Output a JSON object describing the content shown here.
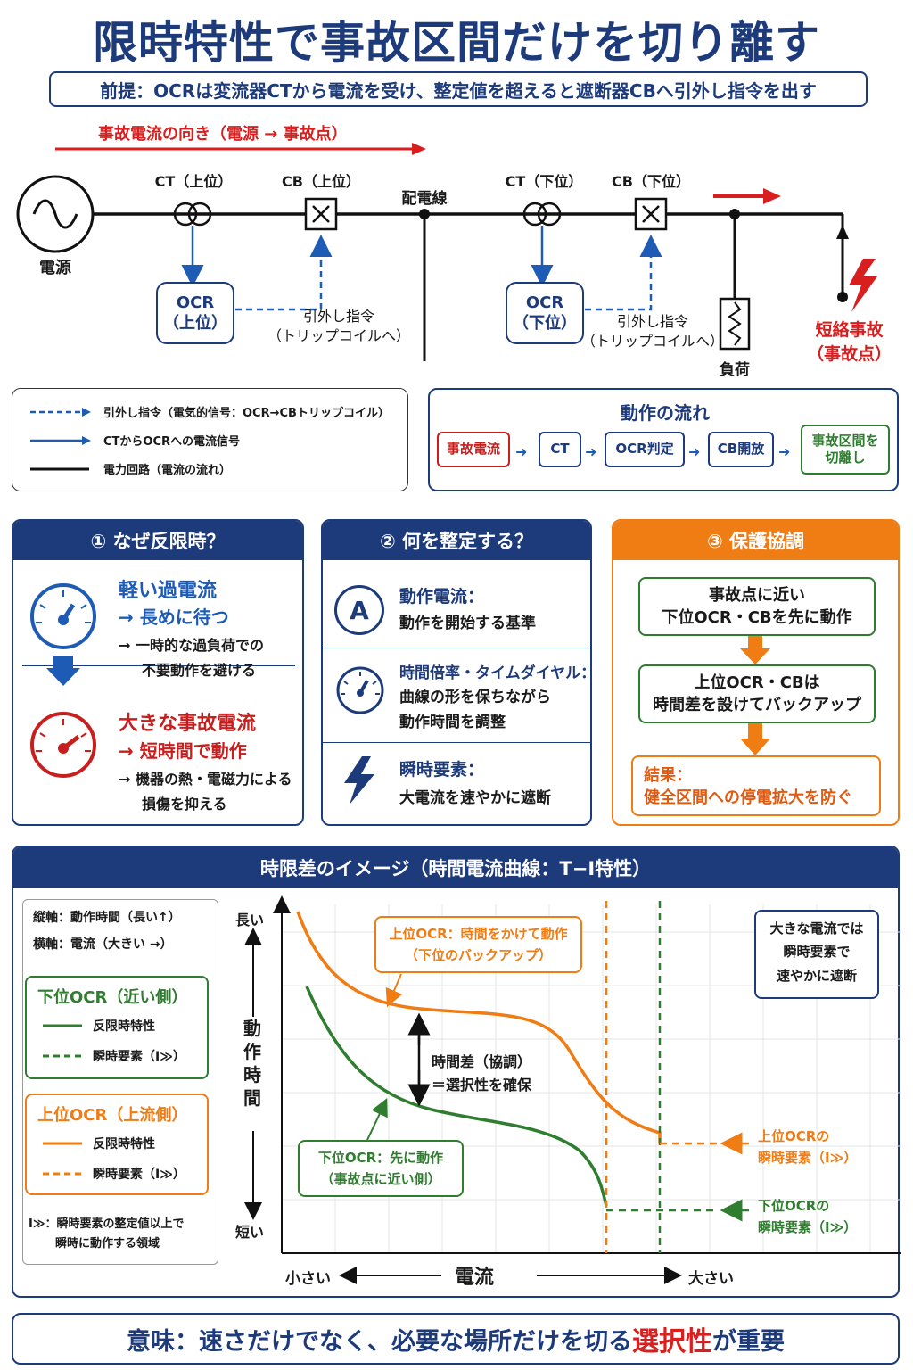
{
  "title": "限時特性で事故区間だけを切り離す",
  "premise": "前提：OCRは変流器CTから電流を受け、整定値を超えると遮断器CBへ引外し指令を出す",
  "circuit": {
    "fault_dir": "事故電流の向き（電源 → 事故点）",
    "source": "電源",
    "ct_up": "CT（上位）",
    "cb_up": "CB（上位）",
    "feeder": "配電線",
    "ct_down": "CT（下位）",
    "cb_down": "CB（下位）",
    "ocr_up": [
      "OCR",
      "（上位）"
    ],
    "ocr_down": [
      "OCR",
      "（下位）"
    ],
    "trip1": "引外し指令",
    "trip2": "（トリップコイルへ）",
    "load": "負荷",
    "fault1": "短絡事故",
    "fault2": "（事故点）"
  },
  "legend": {
    "trip": "引外し指令（電気的信号：OCR→CBトリップコイル）",
    "ct_signal": "CTからOCRへの電流信号",
    "power": "電力回路（電流の流れ）"
  },
  "flow": {
    "title": "動作の流れ",
    "steps": [
      "事故電流",
      "CT",
      "OCR判定",
      "CB開放"
    ],
    "last": [
      "事故区間を",
      "切離し"
    ]
  },
  "card1": {
    "header": "① なぜ反限時？",
    "light_title": "軽い過電流",
    "light_act": "→ 長めに待つ",
    "light_d1": "→ 一時的な過負荷での",
    "light_d2": "不要動作を避ける",
    "big_title": "大きな事故電流",
    "big_act": "→ 短時間で動作",
    "big_d1": "→ 機器の熱・電磁力による",
    "big_d2": "損傷を抑える"
  },
  "card2": {
    "header": "② 何を整定する？",
    "a_icon": "A",
    "a_title": "動作電流：",
    "a_desc": "動作を開始する基準",
    "t_title": "時間倍率・タイムダイヤル：",
    "t_d1": "曲線の形を保ちながら",
    "t_d2": "動作時間を調整",
    "i_title": "瞬時要素：",
    "i_desc": "大電流を速やかに遮断"
  },
  "card3": {
    "header": "③ 保護協調",
    "box1": [
      "事故点に近い",
      "下位OCR・CBを先に動作"
    ],
    "box2": [
      "上位OCR・CBは",
      "時間差を設けてバックアップ"
    ],
    "box3": [
      "結果：",
      "健全区間への停電拡大を防ぐ"
    ]
  },
  "chart_data": {
    "type": "line",
    "title": "時限差のイメージ（時間電流曲線：T−I特性）",
    "xlabel": "電流",
    "x_small": "小さい",
    "x_big": "大さい",
    "ylabel": [
      "動",
      "作",
      "時",
      "間"
    ],
    "y_long": "長い",
    "y_short": "短い",
    "axis_note1": "縦軸：動作時間（長い↑）",
    "axis_note2": "横軸：電流（大きい →）",
    "series": [
      {
        "name": "下位OCR（近い側）",
        "color": "#2f7d2f",
        "curve": "反限時特性",
        "inst": "瞬時要素（I≫）"
      },
      {
        "name": "上位OCR（上流側）",
        "color": "#f07c14",
        "curve": "反限時特性",
        "inst": "瞬時要素（I≫）"
      }
    ],
    "note_inst": [
      "I≫：瞬時要素の整定値以上で",
      "瞬時に動作する領域"
    ],
    "ann_up": [
      "上位OCR：時間をかけて動作",
      "（下位のバックアップ）"
    ],
    "ann_down": [
      "下位OCR：先に動作",
      "（事故点に近い側）"
    ],
    "ann_gap": [
      "時間差（協調）",
      "＝選択性を確保"
    ],
    "ann_big": [
      "大きな電流では",
      "瞬時要素で",
      "速やかに遮断"
    ],
    "ann_up_inst": [
      "上位OCRの",
      "瞬時要素（I≫）"
    ],
    "ann_down_inst": [
      "下位OCRの",
      "瞬時要素（I≫）"
    ]
  },
  "bottom": {
    "pre": "意味：速さだけでなく、必要な場所だけを切る",
    "key": "選択性",
    "post": "が重要"
  },
  "colors": {
    "navy": "#1d3a7a",
    "blue": "#1d5bb5",
    "red": "#d81e1e",
    "orange": "#f07c14",
    "green": "#2f7d2f"
  }
}
